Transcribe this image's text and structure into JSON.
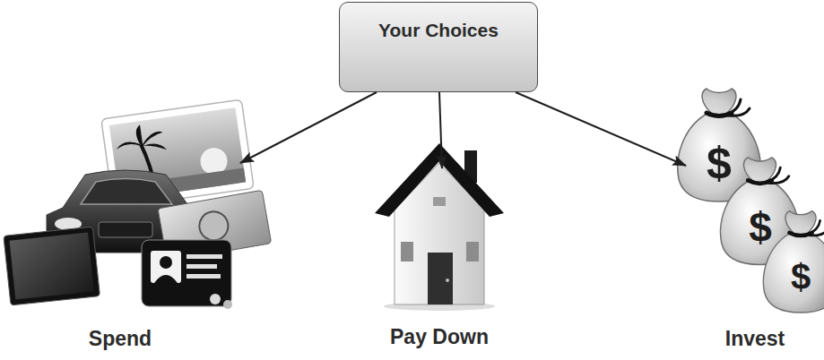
{
  "diagram": {
    "nodes": [
      {
        "text": [
          "Your Choices"
        ]
      },
      {
        "text": [
          "Spend"
        ]
      },
      {
        "text": [
          "Pay Down"
        ]
      },
      {
        "text": [
          "Invest"
        ]
      }
    ],
    "edges": [
      {
        "from": 0,
        "to": 1,
        "arrow": "to"
      },
      {
        "from": 0,
        "to": 2,
        "arrow": "to"
      },
      {
        "from": 0,
        "to": 3,
        "arrow": "to"
      }
    ],
    "labels": [
      "$",
      "$",
      "$"
    ]
  }
}
